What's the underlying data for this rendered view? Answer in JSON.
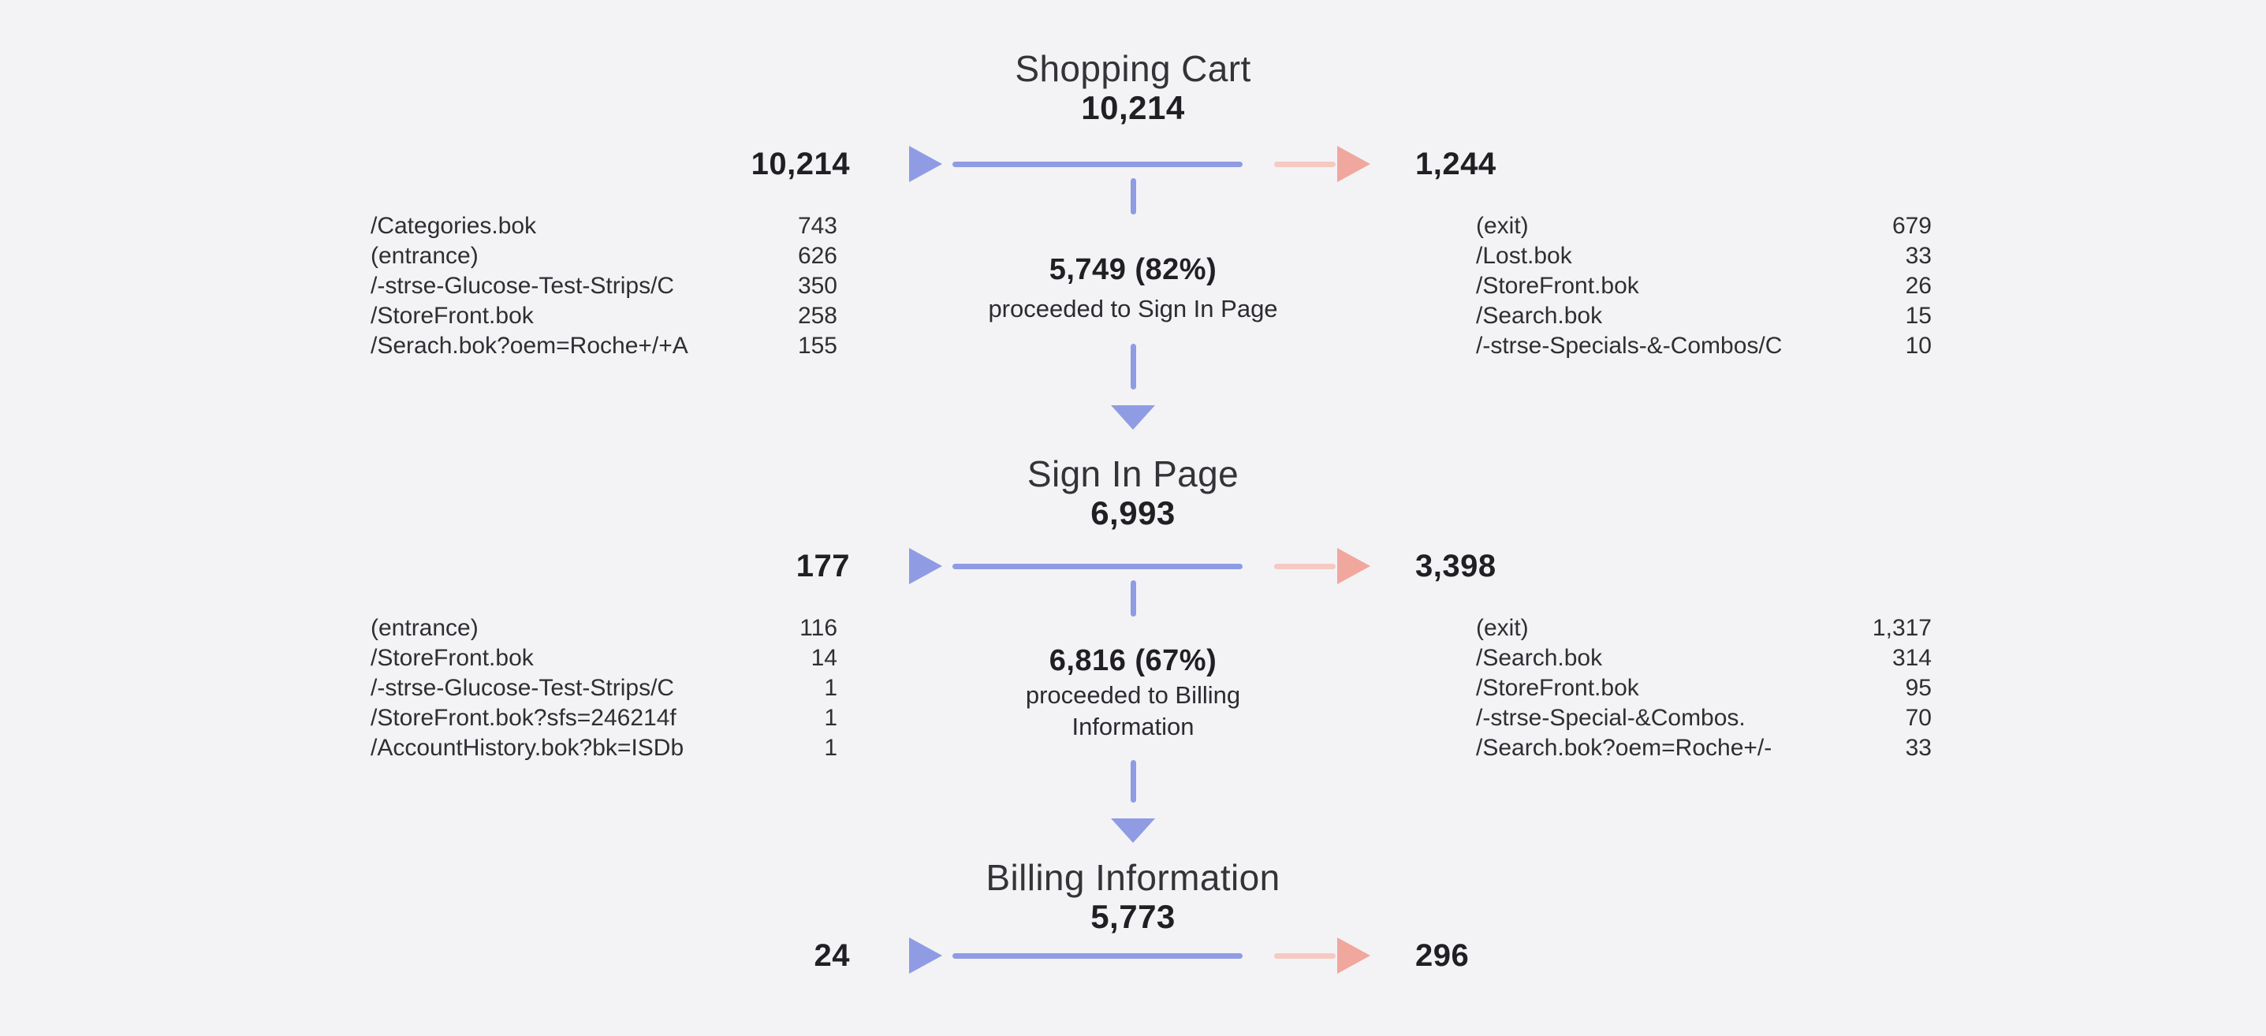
{
  "colors": {
    "background": "#f3f3f5",
    "inflow_accent": "#8f9ce4",
    "outflow_arrow": "#f0a79e",
    "outflow_line": "#f6c9c3",
    "text": "#2b2b30"
  },
  "chart_data": {
    "type": "funnel",
    "legend_position": "none",
    "steps": [
      {
        "title": "Shopping Cart",
        "total": "10,214",
        "inflow_total": "10,214",
        "outflow_total": "1,244",
        "proceeded_value": "5,749 (82%)",
        "caption_line1": "proceeded to Sign In Page",
        "caption_line2": "",
        "inflow_sources": [
          {
            "label": "/Categories.bok",
            "value": "743"
          },
          {
            "label": "(entrance)",
            "value": "626"
          },
          {
            "label": "/-strse-Glucose-Test-Strips/C",
            "value": "350"
          },
          {
            "label": "/StoreFront.bok",
            "value": "258"
          },
          {
            "label": "/Serach.bok?oem=Roche+/+A",
            "value": "155"
          }
        ],
        "outflow_destinations": [
          {
            "label": "(exit)",
            "value": "679"
          },
          {
            "label": "/Lost.bok",
            "value": "33"
          },
          {
            "label": "/StoreFront.bok",
            "value": "26"
          },
          {
            "label": "/Search.bok",
            "value": "15"
          },
          {
            "label": "/-strse-Specials-&-Combos/C",
            "value": "10"
          }
        ]
      },
      {
        "title": "Sign In Page",
        "total": "6,993",
        "inflow_total": "177",
        "outflow_total": "3,398",
        "proceeded_value": "6,816 (67%)",
        "caption_line1": "proceeded to Billing",
        "caption_line2": "Information",
        "inflow_sources": [
          {
            "label": "(entrance)",
            "value": "116"
          },
          {
            "label": "/StoreFront.bok",
            "value": "14"
          },
          {
            "label": "/-strse-Glucose-Test-Strips/C",
            "value": "1"
          },
          {
            "label": "/StoreFront.bok?sfs=246214f",
            "value": "1"
          },
          {
            "label": "/AccountHistory.bok?bk=ISDb",
            "value": "1"
          }
        ],
        "outflow_destinations": [
          {
            "label": "(exit)",
            "value": "1,317"
          },
          {
            "label": "/Search.bok",
            "value": "314"
          },
          {
            "label": "/StoreFront.bok",
            "value": "95"
          },
          {
            "label": "/-strse-Special-&Combos.",
            "value": "70"
          },
          {
            "label": "/Search.bok?oem=Roche+/-",
            "value": "33"
          }
        ]
      },
      {
        "title": "Billing Information",
        "total": "5,773",
        "inflow_total": "24",
        "outflow_total": "296"
      }
    ]
  }
}
